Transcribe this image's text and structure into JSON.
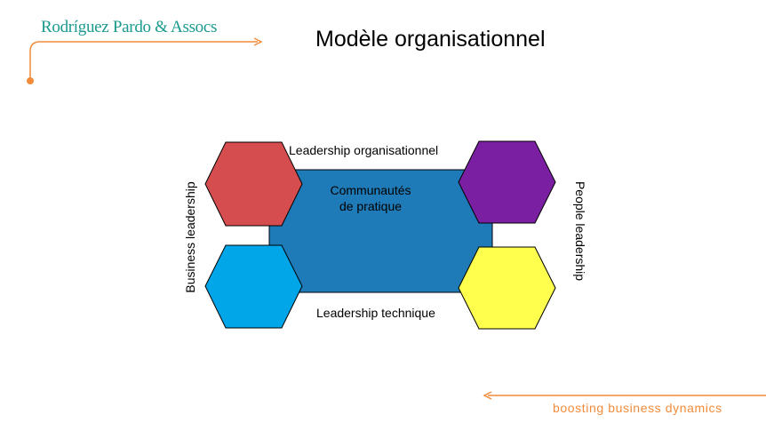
{
  "header": {
    "logo_text": "Rodríguez Pardo & Assocs",
    "title": "Modèle organisationnel"
  },
  "diagram": {
    "center_line1": "Communautés",
    "center_line2": "de pratique",
    "top_label": "Leadership organisationnel",
    "bottom_label": "Leadership technique",
    "left_label": "Business leadership",
    "right_label": "People leadership",
    "colors": {
      "center": "#1f7bb8",
      "hex_top_left": "#d64d50",
      "hex_top_right": "#7b1fa2",
      "hex_bottom_left": "#00a6e8",
      "hex_bottom_right": "#ffff4d",
      "accent": "#f28c3c",
      "brand": "#1a9a8e"
    }
  },
  "footer": {
    "tagline": "boosting business dynamics"
  }
}
